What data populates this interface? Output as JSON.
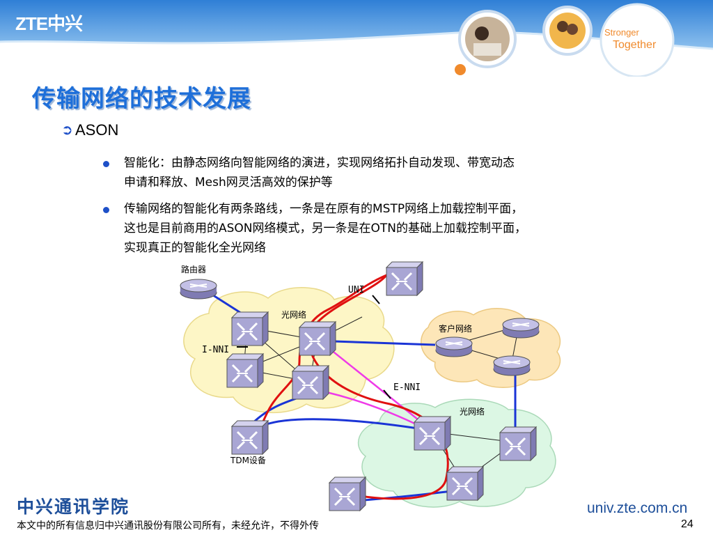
{
  "header": {
    "logo_text": "ZTE中兴",
    "slogan_line1": "Stronger",
    "slogan_line2": "Together"
  },
  "slide": {
    "title": "传输网络的技术发展",
    "level1": "ASON",
    "bullets": [
      {
        "lines": [
          "智能化：由静态网络向智能网络的演进，实现网络拓扑自动发现、带宽动态",
          "申请和释放、Mesh网灵活高效的保护等"
        ]
      },
      {
        "lines": [
          "传输网络的智能化有两条路线，一条是在原有的MSTP网络上加载控制平面，",
          "这也是目前商用的ASON网络模式，另一条是在OTN的基础上加载控制平面，",
          "实现真正的智能化全光网络"
        ]
      }
    ]
  },
  "diagram": {
    "labels": {
      "router": "路由器",
      "uni": "UNI",
      "optical_net_1": "光网络",
      "client_net": "客户网络",
      "inni": "I-NNI",
      "enni": "E-NNI",
      "optical_net_2": "光网络",
      "tdm": "TDM设备"
    },
    "colors": {
      "cloud_yellow": "#fdf6c6",
      "cloud_green": "#dcf7e4",
      "cloud_orange": "#fde6b8",
      "link_blue": "#1a34d6",
      "link_red": "#e01010",
      "link_magenta": "#ef3ae8",
      "device": "#a9a6d4"
    }
  },
  "footer": {
    "academy": "中兴通讯学院",
    "url": "univ.zte.com.cn",
    "copyright": "本文中的所有信息归中兴通讯股份有限公司所有，未经允许，不得外传",
    "page_number": "24"
  }
}
